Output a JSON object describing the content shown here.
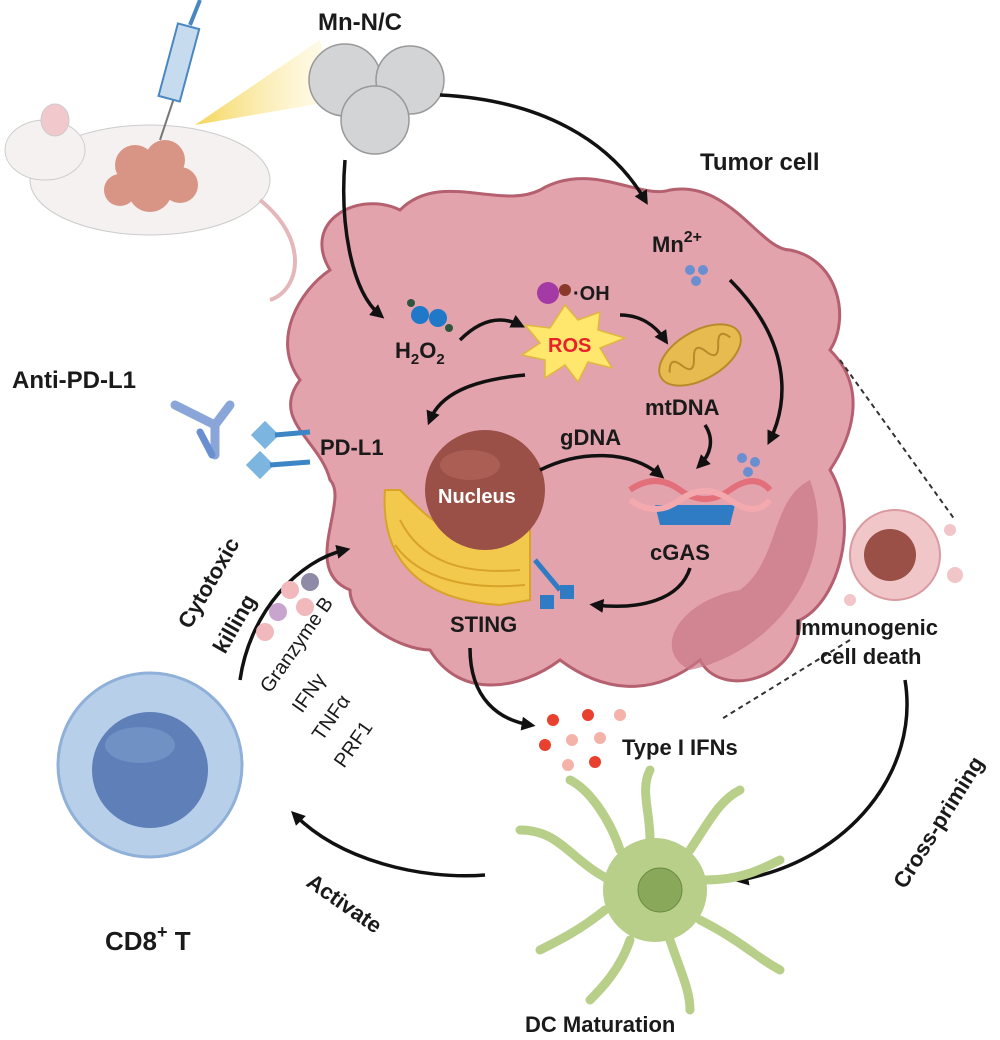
{
  "labels": {
    "mn_nc": "Mn-N/C",
    "tumor_cell": "Tumor cell",
    "mn2": "Mn",
    "mn2_sup": "2+",
    "oh": "·OH",
    "ros": "ROS",
    "h2o2": "H",
    "h2o2_sub1": "2",
    "h2o2_o": "O",
    "h2o2_sub2": "2",
    "mtdna": "mtDNA",
    "gdna": "gDNA",
    "anti_pdl1": "Anti-PD-L1",
    "pdl1": "PD-L1",
    "nucleus": "Nucleus",
    "cgas": "cGAS",
    "sting": "STING",
    "cytotoxic": "Cytotoxic",
    "killing": "killing",
    "cytokines": [
      "Granzyme B",
      "IFNγ",
      "TNFα",
      "PRF1"
    ],
    "icd_1": "Immunogenic",
    "icd_2": "cell death",
    "type1_ifns": "Type I IFNs",
    "cross_priming": "Cross-priming",
    "activate": "Activate",
    "cd8": "CD8",
    "cd8_sup": "+",
    "cd8_t": " T",
    "dc_maturation": "DC Maturation"
  },
  "colors": {
    "tumor_fill": "#e3a3ad",
    "tumor_edge": "#b5606f",
    "ros": "#ffe66d",
    "ros_text": "#e8202a",
    "nucleus": "#9a5046",
    "golgi": "#f2c94c",
    "tcell": "#b7cfe9",
    "tcell_core": "#5e7fb8",
    "dc": "#b8cf8a",
    "ifn": "#e8412f"
  }
}
